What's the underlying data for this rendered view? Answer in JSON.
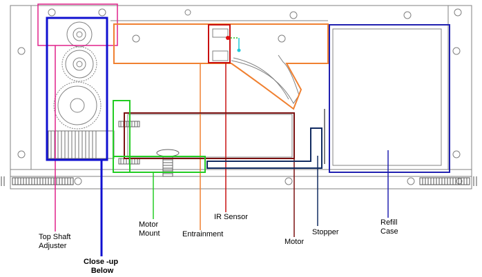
{
  "labels": {
    "top_shaft_adjuster": [
      "Top Shaft",
      "Adjuster"
    ],
    "close_up_below": [
      "Close -up",
      "Below"
    ],
    "motor_mount": [
      "Motor",
      "Mount"
    ],
    "entrainment": "Entrainment",
    "ir_sensor": "IR Sensor",
    "motor": "Motor",
    "stopper": "Stopper",
    "refill_case": [
      "Refill",
      "Case"
    ]
  },
  "colors": {
    "top_shaft_adjuster": "#e0208a",
    "close_up_below": "#1010d0",
    "motor_mount": "#22cc22",
    "entrainment": "#f08030",
    "ir_sensor": "#c81010",
    "motor": "#7a1010",
    "stopper": "#102a60",
    "refill_case": "#2020b0",
    "drawing": "#808080",
    "sensor_marker": "#20c8d8",
    "sensor_dot": "#e01010",
    "sensor_green": "#20c020"
  }
}
